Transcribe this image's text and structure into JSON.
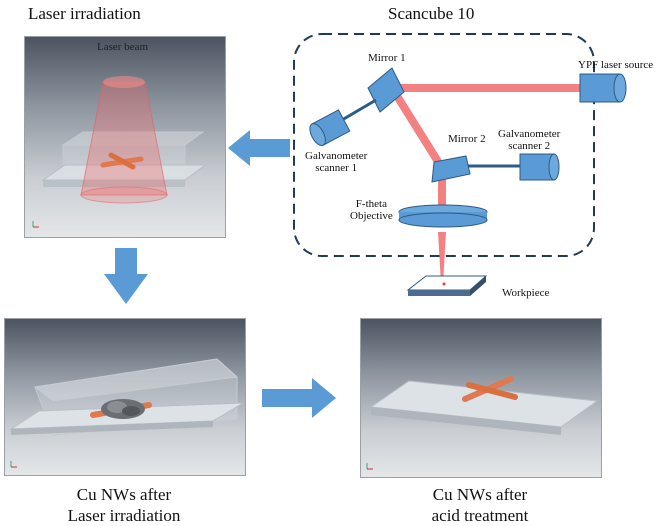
{
  "titles": {
    "laser_irradiation": "Laser irradiation",
    "scancube": "Scancube 10"
  },
  "panel_laser": {
    "label": "Laser beam"
  },
  "scancube_labels": {
    "mirror1": "Mirror 1",
    "mirror2": "Mirror 2",
    "laser_source": "YPF laser source",
    "galvo1_line1": "Galvanometer",
    "galvo1_line2": "scanner 1",
    "galvo2_line1": "Galvanometer",
    "galvo2_line2": "scanner 2",
    "ftheta_line1": "F-theta",
    "ftheta_line2": "Objective",
    "workpiece": "Workpiece"
  },
  "captions": {
    "left_line1": "Cu NWs after",
    "left_line2": "Laser irradiation",
    "right_line1": "Cu NWs after",
    "right_line2": "acid treatment"
  },
  "colors": {
    "arrow": "#5b9bd5",
    "laser": "#f26b6b",
    "component": "#5b9bd5",
    "nanowire": "#e07850"
  }
}
